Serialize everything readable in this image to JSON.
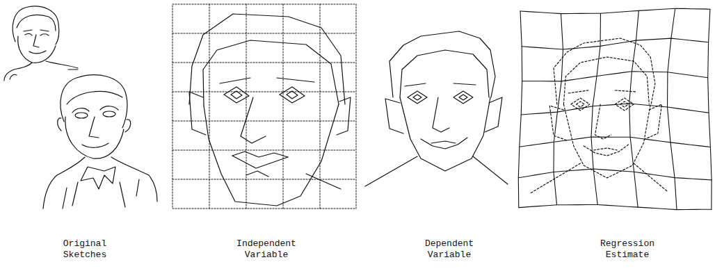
{
  "diagram": {
    "labels": [
      "Original Sketches",
      "Independent Variable",
      "Dependent Variable",
      "Regression Estimate"
    ]
  }
}
